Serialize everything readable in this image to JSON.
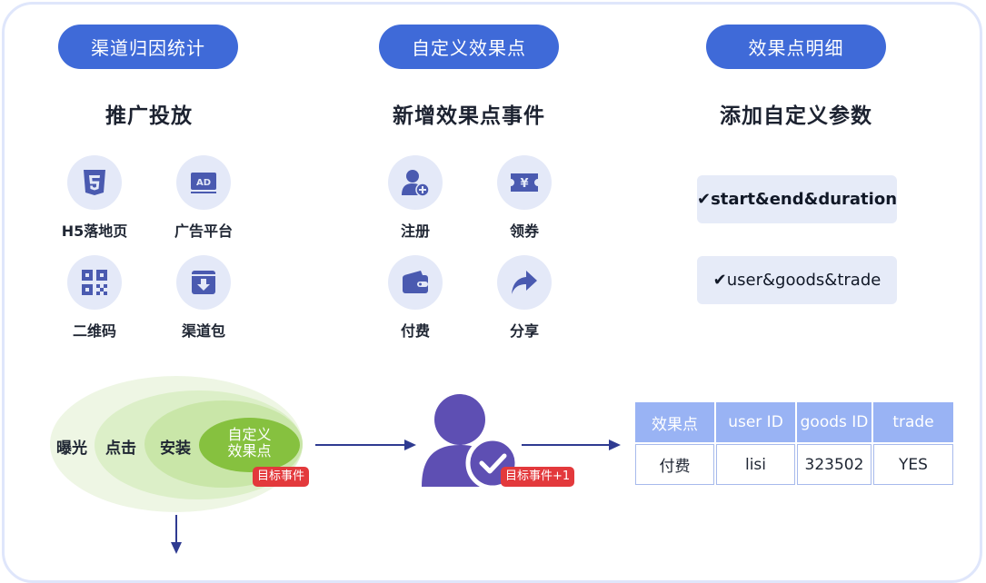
{
  "columns": [
    {
      "title": "渠道归因统计",
      "heading": "推广投放",
      "items": [
        {
          "label": "H5落地页",
          "icon": "html5-icon"
        },
        {
          "label": "广告平台",
          "icon": "ad-icon"
        },
        {
          "label": "二维码",
          "icon": "qr-code-icon"
        },
        {
          "label": "渠道包",
          "icon": "download-box-icon"
        }
      ]
    },
    {
      "title": "自定义效果点",
      "heading": "新增效果点事件",
      "items": [
        {
          "label": "注册",
          "icon": "user-add-icon"
        },
        {
          "label": "领券",
          "icon": "coupon-icon"
        },
        {
          "label": "付费",
          "icon": "wallet-icon"
        },
        {
          "label": "分享",
          "icon": "share-icon"
        }
      ]
    },
    {
      "title": "效果点明细",
      "heading": "添加自定义参数",
      "params": [
        "✔start&end&duration",
        "✔user&goods&trade"
      ]
    }
  ],
  "funnel": {
    "stages": [
      "曝光",
      "点击",
      "安装",
      "自定义效果点"
    ],
    "target_line1": "自定义",
    "target_line2": "效果点",
    "badge": "目标事件"
  },
  "user_badge": "目标事件+1",
  "table": {
    "headers": [
      "效果点",
      "user ID",
      "goods ID",
      "trade"
    ],
    "rows": [
      [
        "付费",
        "lisi",
        "323502",
        "YES"
      ]
    ]
  },
  "colors": {
    "accent": "#3f6ad8",
    "icon": "#4a5ab0",
    "user": "#5e4fb3",
    "badge": "#e3393c",
    "table_header": "#99b3f4",
    "funnel_outer": "#eef6e4",
    "funnel_mid": "#dcefc8",
    "funnel_inner": "#c9e6a8",
    "funnel_core": "#86c13f"
  }
}
